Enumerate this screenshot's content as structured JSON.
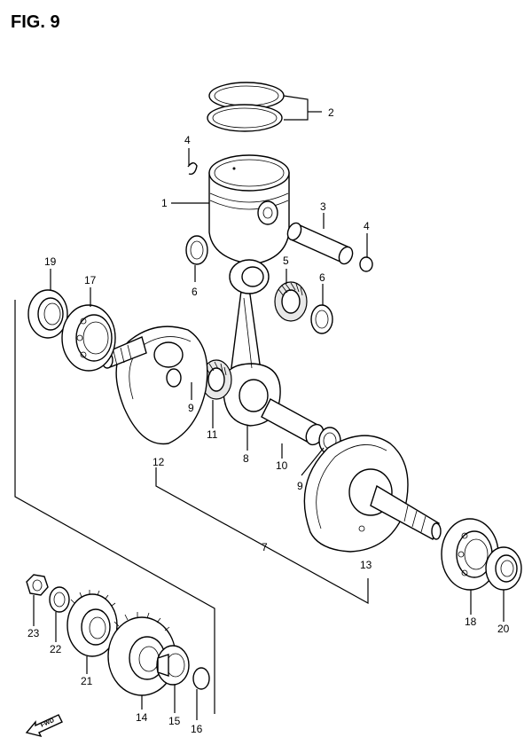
{
  "title": "FIG. 9",
  "fwd_label": "FWD",
  "parts": [
    {
      "key": "p1",
      "label": "1"
    },
    {
      "key": "p2",
      "label": "2"
    },
    {
      "key": "p3",
      "label": "3"
    },
    {
      "key": "p4a",
      "label": "4"
    },
    {
      "key": "p4b",
      "label": "4"
    },
    {
      "key": "p5",
      "label": "5"
    },
    {
      "key": "p6a",
      "label": "6"
    },
    {
      "key": "p6b",
      "label": "6"
    },
    {
      "key": "p7",
      "label": "7"
    },
    {
      "key": "p8",
      "label": "8"
    },
    {
      "key": "p9a",
      "label": "9"
    },
    {
      "key": "p9b",
      "label": "9"
    },
    {
      "key": "p10",
      "label": "10"
    },
    {
      "key": "p11",
      "label": "11"
    },
    {
      "key": "p12",
      "label": "12"
    },
    {
      "key": "p13",
      "label": "13"
    },
    {
      "key": "p14",
      "label": "14"
    },
    {
      "key": "p15",
      "label": "15"
    },
    {
      "key": "p16",
      "label": "16"
    },
    {
      "key": "p17",
      "label": "17"
    },
    {
      "key": "p18",
      "label": "18"
    },
    {
      "key": "p19",
      "label": "19"
    },
    {
      "key": "p20",
      "label": "20"
    },
    {
      "key": "p21",
      "label": "21"
    },
    {
      "key": "p22",
      "label": "22"
    },
    {
      "key": "p23",
      "label": "23"
    }
  ]
}
